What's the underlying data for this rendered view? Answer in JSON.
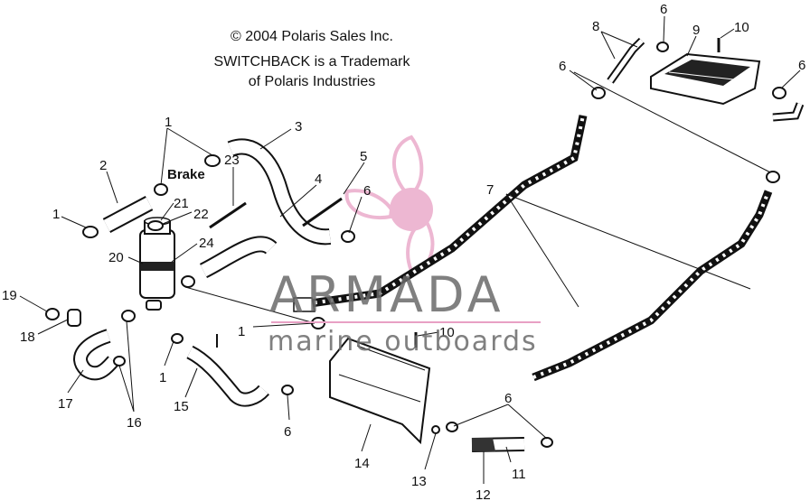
{
  "header": {
    "copyright": "© 2004 Polaris Sales Inc.",
    "trademark_line1": "SWITCHBACK is a Trademark",
    "trademark_line2": "of Polaris Industries"
  },
  "watermark": {
    "brand": "ARMADA",
    "tagline": "marine outboards",
    "brand_color": "#e8a0c4",
    "text_color": "#6a6a6a"
  },
  "labels": {
    "brake": "Brake"
  },
  "callouts": [
    {
      "id": "c1a",
      "text": "1"
    },
    {
      "id": "c1b",
      "text": "1"
    },
    {
      "id": "c1c",
      "text": "1"
    },
    {
      "id": "c1d",
      "text": "1"
    },
    {
      "id": "c2",
      "text": "2"
    },
    {
      "id": "c3",
      "text": "3"
    },
    {
      "id": "c4",
      "text": "4"
    },
    {
      "id": "c5",
      "text": "5"
    },
    {
      "id": "c6a",
      "text": "6"
    },
    {
      "id": "c6b",
      "text": "6"
    },
    {
      "id": "c6c",
      "text": "6"
    },
    {
      "id": "c6d",
      "text": "6"
    },
    {
      "id": "c6e",
      "text": "6"
    },
    {
      "id": "c6f",
      "text": "6"
    },
    {
      "id": "c7",
      "text": "7"
    },
    {
      "id": "c8",
      "text": "8"
    },
    {
      "id": "c9",
      "text": "9"
    },
    {
      "id": "c10a",
      "text": "10"
    },
    {
      "id": "c10b",
      "text": "10"
    },
    {
      "id": "c11",
      "text": "11"
    },
    {
      "id": "c12",
      "text": "12"
    },
    {
      "id": "c13",
      "text": "13"
    },
    {
      "id": "c14",
      "text": "14"
    },
    {
      "id": "c15",
      "text": "15"
    },
    {
      "id": "c16",
      "text": "16"
    },
    {
      "id": "c17",
      "text": "17"
    },
    {
      "id": "c18",
      "text": "18"
    },
    {
      "id": "c19",
      "text": "19"
    },
    {
      "id": "c20",
      "text": "20"
    },
    {
      "id": "c21",
      "text": "21"
    },
    {
      "id": "c22",
      "text": "22"
    },
    {
      "id": "c23",
      "text": "23"
    },
    {
      "id": "c24",
      "text": "24"
    }
  ]
}
